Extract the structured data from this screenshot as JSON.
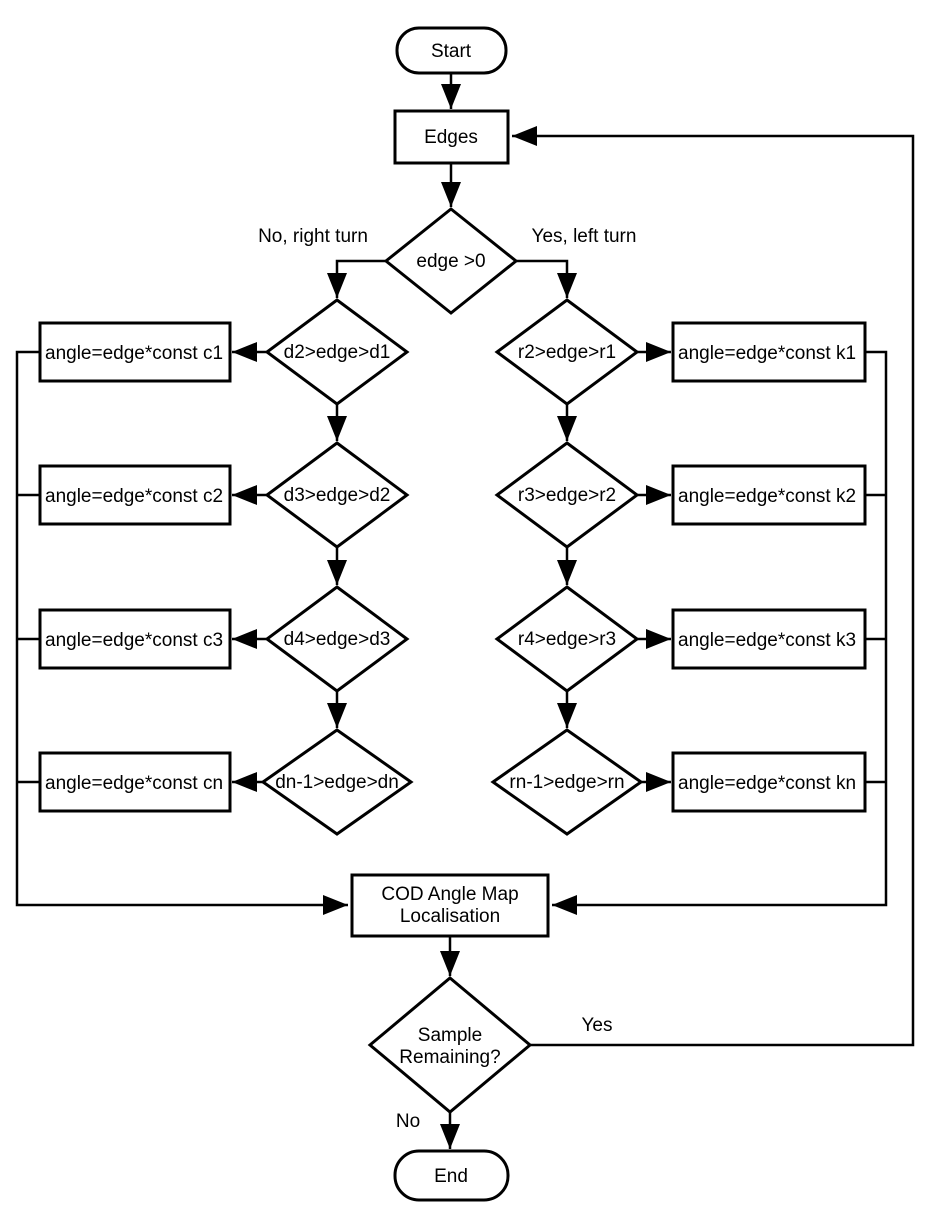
{
  "flow": {
    "start": "Start",
    "edges": "Edges",
    "decision": "edge >0",
    "branch_no": "No, right turn",
    "branch_yes": "Yes, left turn",
    "left": {
      "diamonds": [
        "d2>edge>d1",
        "d3>edge>d2",
        "d4>edge>d3",
        "dn-1>edge>dn"
      ],
      "actions": [
        "angle=edge*const c1",
        "angle=edge*const c2",
        "angle=edge*const c3",
        "angle=edge*const cn"
      ]
    },
    "right": {
      "diamonds": [
        "r2>edge>r1",
        "r3>edge>r2",
        "r4>edge>r3",
        "rn-1>edge>rn"
      ],
      "actions": [
        "angle=edge*const k1",
        "angle=edge*const k2",
        "angle=edge*const k3",
        "angle=edge*const kn"
      ]
    },
    "cod_line1": "COD Angle Map",
    "cod_line2": "Localisation",
    "sample_line1": "Sample",
    "sample_line2": "Remaining?",
    "yes_label": "Yes",
    "no_label": "No",
    "end": "End",
    "colors": {
      "stroke": "#000000",
      "background": "#ffffff"
    }
  }
}
